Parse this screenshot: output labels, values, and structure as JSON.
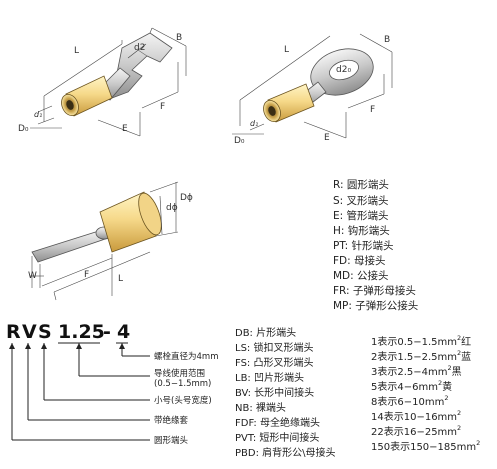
{
  "spade": {
    "L": "L",
    "B": "B",
    "d2": "d2",
    "d1": "d₁",
    "D": "D₀",
    "E": "E",
    "F": "F"
  },
  "ring": {
    "L": "L",
    "B": "B",
    "d2": "d2₀",
    "d1": "d₁",
    "D": "D₀",
    "E": "E",
    "F": "F"
  },
  "pin": {
    "D": "Dϕ",
    "d": "dϕ",
    "W": "W",
    "F": "F",
    "L": "L"
  },
  "types": [
    "R: 圆形端头",
    "S: 叉形端头",
    "E: 管形端头",
    "H: 钩形端头",
    "PT: 针形端头",
    "FD: 母接头",
    "MD: 公接头",
    "FR: 子弹形母接头",
    "MP: 子弹形公接头"
  ],
  "code": {
    "c1": "R",
    "c2": "V",
    "c3": "S",
    "num": "1.25",
    "dash": "-",
    "stud": "4"
  },
  "labels": {
    "stud": "螺栓直径为4mm",
    "range1": "导线使用范围",
    "range2": "(0.5−1.5mm)",
    "size": "小号(头号宽度)",
    "sleeve": "带绝缘套",
    "round": "圆形端头"
  },
  "types2": [
    "DB: 片形端头",
    "LS: 锁扣叉形端头",
    "FS: 凸形叉形端头",
    "LB: 凹片形端头",
    "BV: 长形中间接头",
    "NB: 裸端头",
    "FDF: 母全绝缘端头",
    "PVT: 短形中间接头",
    "PBD: 肩背形公\\母接头"
  ],
  "sizes": [
    {
      "text": "1表示0.5−1.5mm",
      "sup": "2",
      "color": "红"
    },
    {
      "text": "2表示1.5−2.5mm",
      "sup": "2",
      "color": "蓝"
    },
    {
      "text": "3表示2.5−4mm",
      "sup": "2",
      "color": "黑"
    },
    {
      "text": "5表示4−6mm",
      "sup": "2",
      "color": "黄"
    },
    {
      "text": "8表示6−10mm",
      "sup": "2",
      "color": ""
    },
    {
      "text": "14表示10−16mm",
      "sup": "2",
      "color": ""
    },
    {
      "text": "22表示16−25mm",
      "sup": "2",
      "color": ""
    },
    {
      "text": "150表示150−185mm",
      "sup": "2",
      "color": ""
    }
  ]
}
